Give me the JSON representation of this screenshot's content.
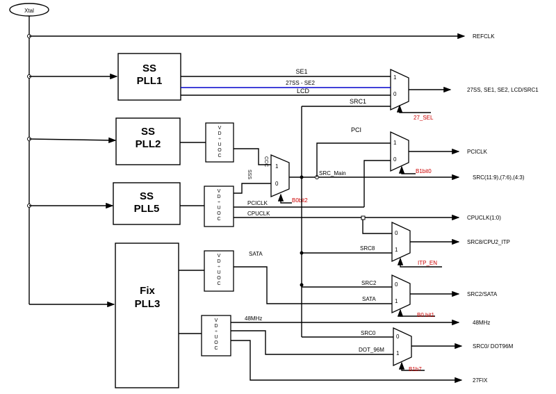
{
  "xtal": "Xtal",
  "pll": {
    "ss1": [
      "SS",
      "PLL1"
    ],
    "ss2": [
      "SS",
      "PLL2"
    ],
    "ss5": [
      "SS",
      "PLL5"
    ],
    "fix3": [
      "Fix",
      "PLL3"
    ]
  },
  "divider_chars": [
    "V",
    "D",
    "÷",
    "U",
    "O",
    "C"
  ],
  "path_labels": {
    "se1": "SE1",
    "ss27": "27SS - SE2",
    "lcd": "LCD",
    "src1": "SRC1",
    "pci": "PCI",
    "src_main": "SRC_Main",
    "pciclk_in": "PCICLK",
    "cpuclk_in": "CPUCLK",
    "sata_in": "SATA",
    "src8": "SRC8",
    "src2": "SRC2",
    "sata_mux": "SATA",
    "mhz48": "48MHz",
    "src0": "SRC0",
    "dot96": "DOT_96M",
    "sss": "SSS",
    "ccc": "CCC"
  },
  "outputs": {
    "refclk": "REFCLK",
    "mux1": "27SS, SE1, SE2, LCD/SRC1",
    "pciclk": "PCICLK",
    "src": "SRC(11:9),(7:6),(4:3)",
    "cpuclk": "CPUCLK(1:0)",
    "src8": "SRC8/CPU2_ITP",
    "src2sata": "SRC2/SATA",
    "mhz48": "48MHz",
    "src0dot": "SRC0/ DOT96M",
    "fix27": "27FIX"
  },
  "controls": {
    "sel27": "27_SEL",
    "b1bit0": "B1bit0",
    "b0bit2": "B0bit2",
    "itp_en": "ITP_EN",
    "b0bit1": "B0 bit1",
    "b1b7": "B1b7"
  },
  "mux_inputs": {
    "one": "1",
    "zero": "0"
  }
}
